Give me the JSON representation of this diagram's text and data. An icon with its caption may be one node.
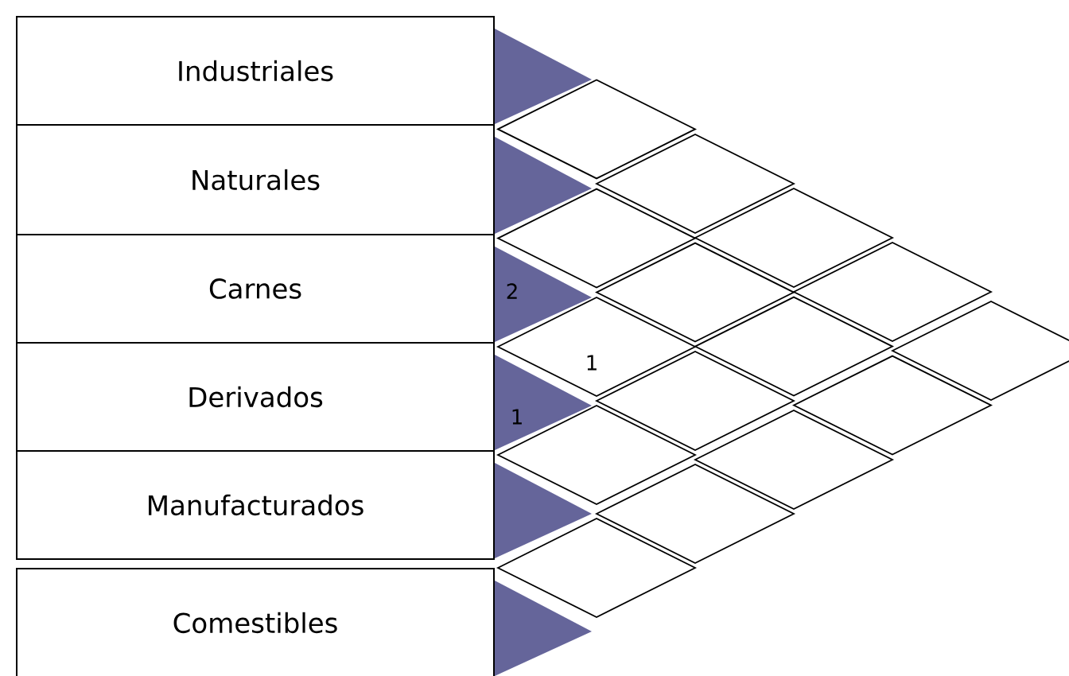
{
  "diagram": {
    "nodes": [
      {
        "text": [
          "Industriales"
        ]
      },
      {
        "text": [
          "Naturales"
        ]
      },
      {
        "text": [
          "Carnes"
        ]
      },
      {
        "text": [
          "Derivados"
        ]
      },
      {
        "text": [
          "Manufacturados"
        ]
      },
      {
        "text": [
          "Comestibles"
        ]
      }
    ],
    "labels": [
      "2",
      "1",
      "1"
    ]
  }
}
